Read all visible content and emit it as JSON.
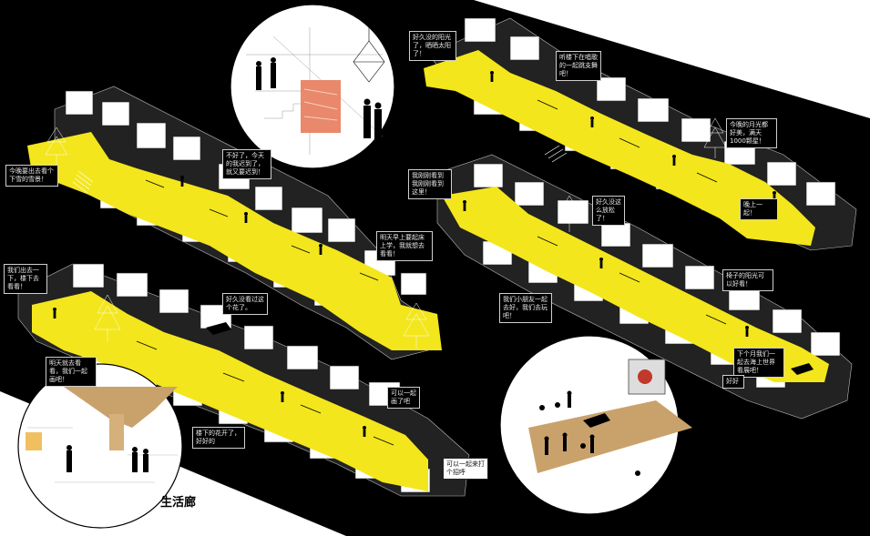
{
  "caption": "生活廊",
  "colors": {
    "background": "#000000",
    "corridor": "#f3e61c",
    "paper": "#ffffff",
    "line": "#2a2a2a",
    "wood": "#c9a26b"
  },
  "icons": [
    "tree-icon",
    "person-icon",
    "piano-icon",
    "stair-icon",
    "table-icon",
    "artwork-icon"
  ],
  "callouts": [
    {
      "id": "c1",
      "text": "好久没的阳光了，晒晒太阳了！"
    },
    {
      "id": "c2",
      "text": "听楼下在唱歌的一起跳支舞吧！"
    },
    {
      "id": "c3",
      "text": "今晚的月光都好美，满天1000颗星！"
    },
    {
      "id": "c4",
      "text": "今晚要出去看个下雪的雪景！"
    },
    {
      "id": "c5",
      "text": "不好了，今天的我迟到了，就又要迟到！"
    },
    {
      "id": "c6",
      "text": "我刚刚看到我刚刚看到这里！"
    },
    {
      "id": "c7",
      "text": "好久没这么放松了！"
    },
    {
      "id": "c8",
      "text": "晚上一起！"
    },
    {
      "id": "c9",
      "text": "明天早上要起床上学，我就想去看看！"
    },
    {
      "id": "c10",
      "text": "我们出去一下，楼下去看看！"
    },
    {
      "id": "c11",
      "text": "好久没看过这个花了。"
    },
    {
      "id": "c12",
      "text": "我们小朋友一起去好，我们去玩吧！"
    },
    {
      "id": "c13",
      "text": "椅子的阳光可以好看！"
    },
    {
      "id": "c14",
      "text": "明天就去看看，我们一起画吧！"
    },
    {
      "id": "c15",
      "text": "下个月我们一起去海上世界看展吧！"
    },
    {
      "id": "c16",
      "text": "好好"
    },
    {
      "id": "c17",
      "text": "可以一起画了吧"
    },
    {
      "id": "c18",
      "text": "楼下的花开了，好好的"
    },
    {
      "id": "c19",
      "text": "可以一起来打个招呼"
    }
  ]
}
